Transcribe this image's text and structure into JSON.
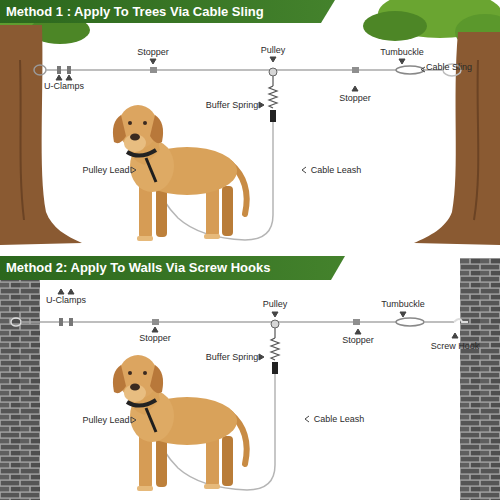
{
  "diagram": {
    "nodes": [
      {
        "text": [
          "Method 1 : Apply To Trees Via Cable Sling"
        ]
      },
      {
        "text": [
          "Method 2: Apply To Walls Via Screw Hooks"
        ]
      }
    ],
    "labels": [
      "Stopper",
      "Pulley",
      "Tumbuckle",
      "Cable Sling",
      "U-Clamps",
      "Buffer Spring",
      "Stopper",
      "Pulley Lead",
      "Cable Leash",
      "U-Clamps",
      "Pulley",
      "Tumbuckle",
      "Stopper",
      "Buffer Spring",
      "Stopper",
      "Screw Hook",
      "Pulley Lead",
      "Cable Leash"
    ]
  }
}
